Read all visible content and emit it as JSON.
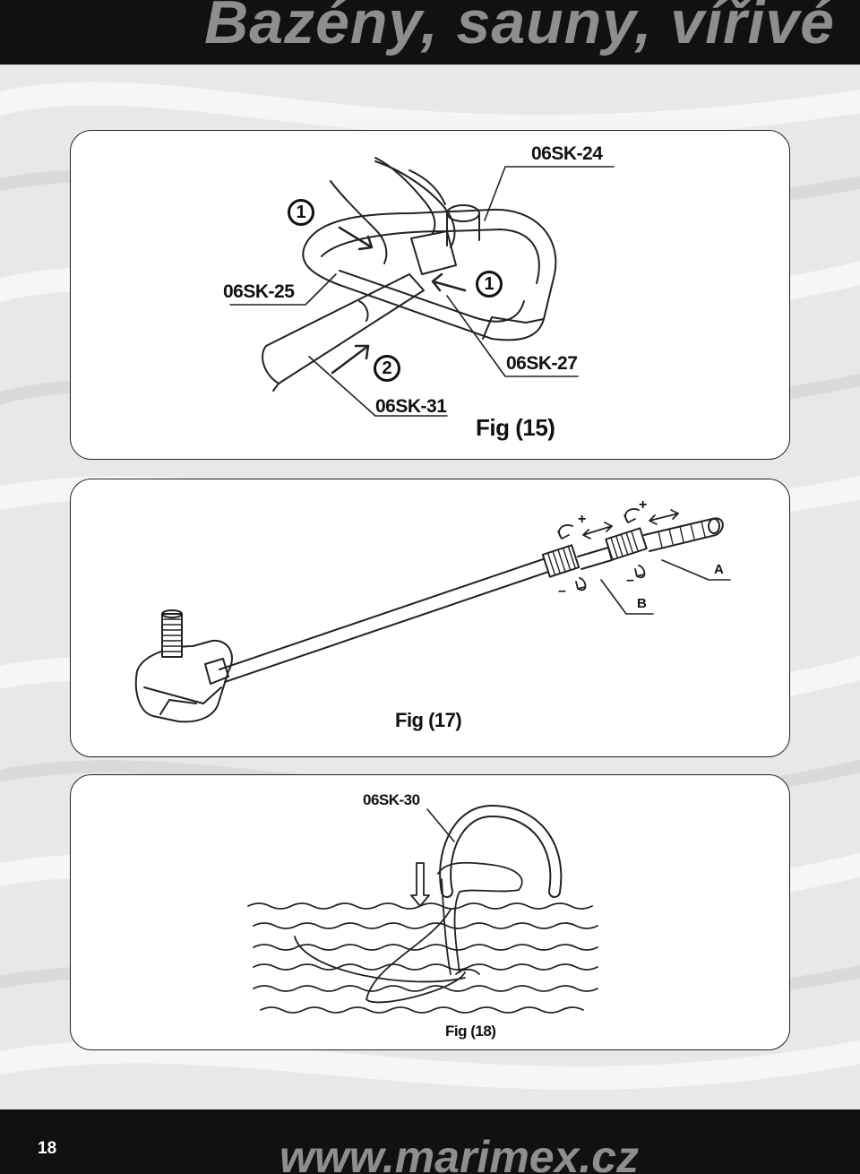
{
  "header": {
    "title": "Bazény, sauny, vířivé"
  },
  "fig15": {
    "caption": "Fig (15)",
    "parts": {
      "p24": "06SK-24",
      "p25": "06SK-25",
      "p27": "06SK-27",
      "p31": "06SK-31"
    },
    "steps": {
      "s1": "1",
      "s2": "1",
      "s3": "2"
    }
  },
  "fig17": {
    "caption": "Fig (17)",
    "labels": {
      "a": "A",
      "b": "B",
      "plus1": "+",
      "plus2": "+",
      "minus1": "–",
      "minus2": "–"
    }
  },
  "fig18": {
    "caption": "Fig (18)",
    "parts": {
      "p30": "06SK-30"
    }
  },
  "footer": {
    "page_number": "18",
    "website": "www.marimex.cz"
  }
}
